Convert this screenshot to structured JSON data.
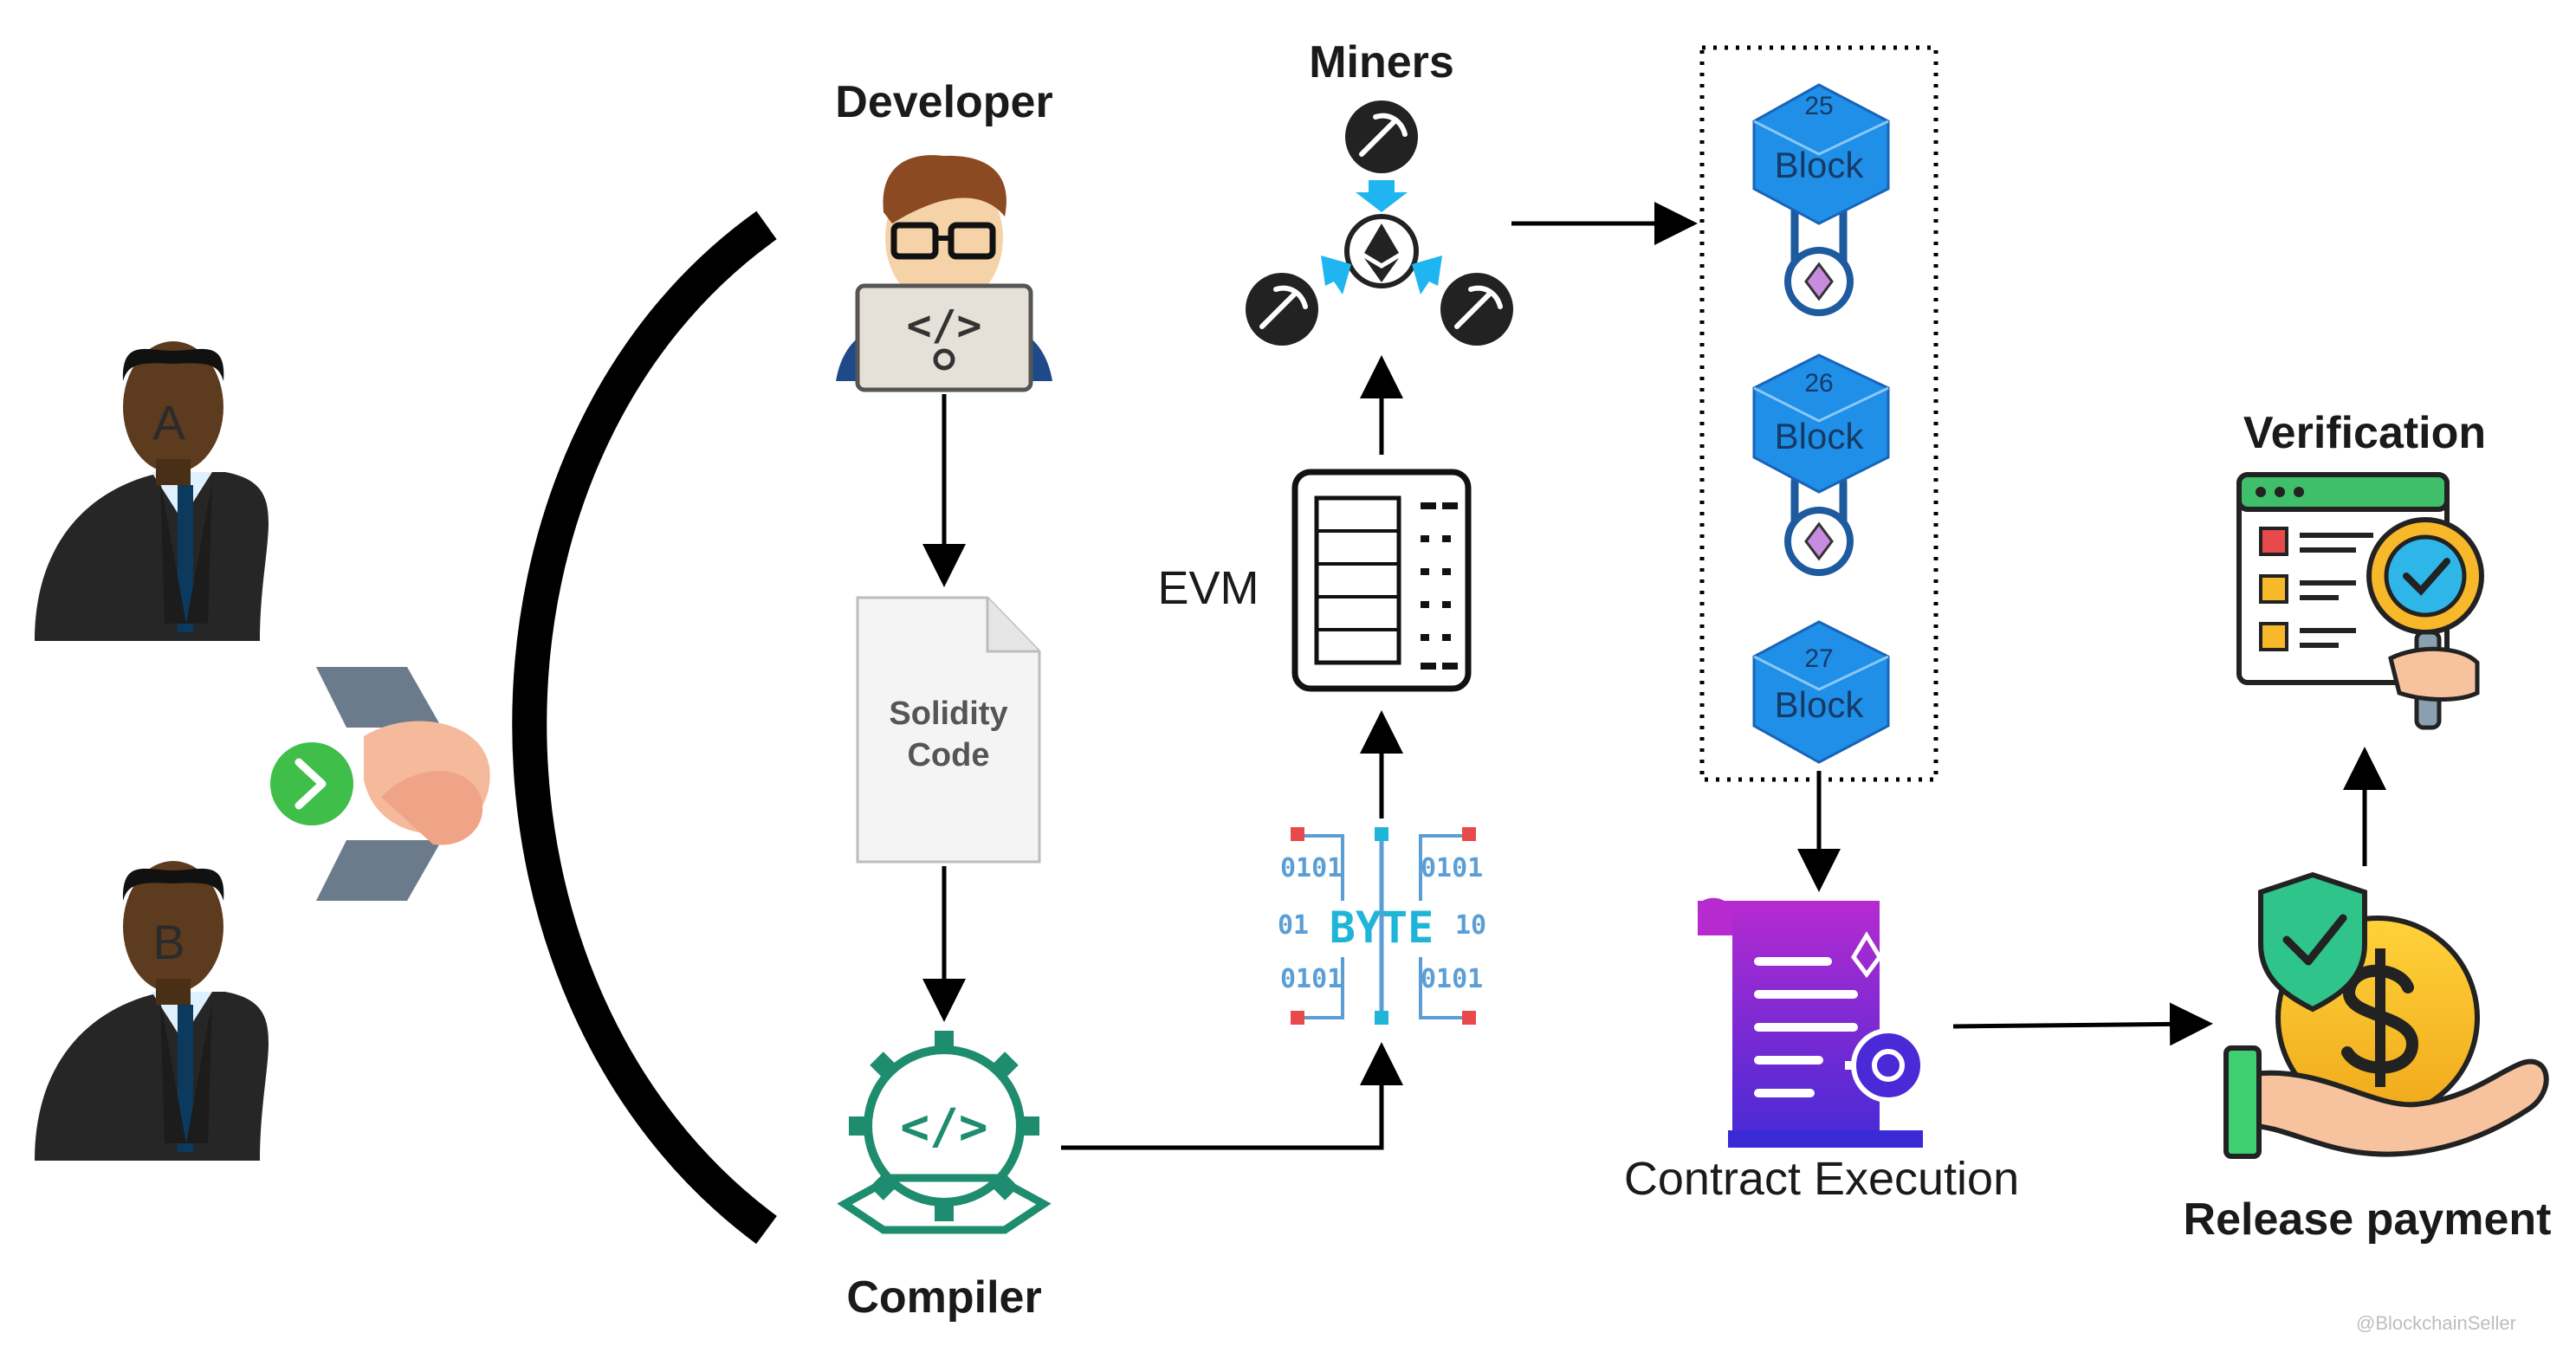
{
  "labels": {
    "developer": "Developer",
    "miners": "Miners",
    "evm": "EVM",
    "solidity_line1": "Solidity",
    "solidity_line2": "Code",
    "compiler": "Compiler",
    "verification": "Verification",
    "contract_execution": "Contract Execution",
    "release_payment": "Release payment",
    "party_a": "A",
    "party_b": "B",
    "byte": "BYTE",
    "watermark": "@BlockchainSeller"
  },
  "blocks": [
    {
      "number": "25",
      "label": "Block"
    },
    {
      "number": "26",
      "label": "Block"
    },
    {
      "number": "27",
      "label": "Block"
    }
  ],
  "colors": {
    "block_blue": "#1f8fe8",
    "teal": "#1e8c6e",
    "byte_cyan": "#1fb5d8",
    "handshake_green": "#3fbf4a",
    "contract_purple": "#7a2ad6"
  }
}
